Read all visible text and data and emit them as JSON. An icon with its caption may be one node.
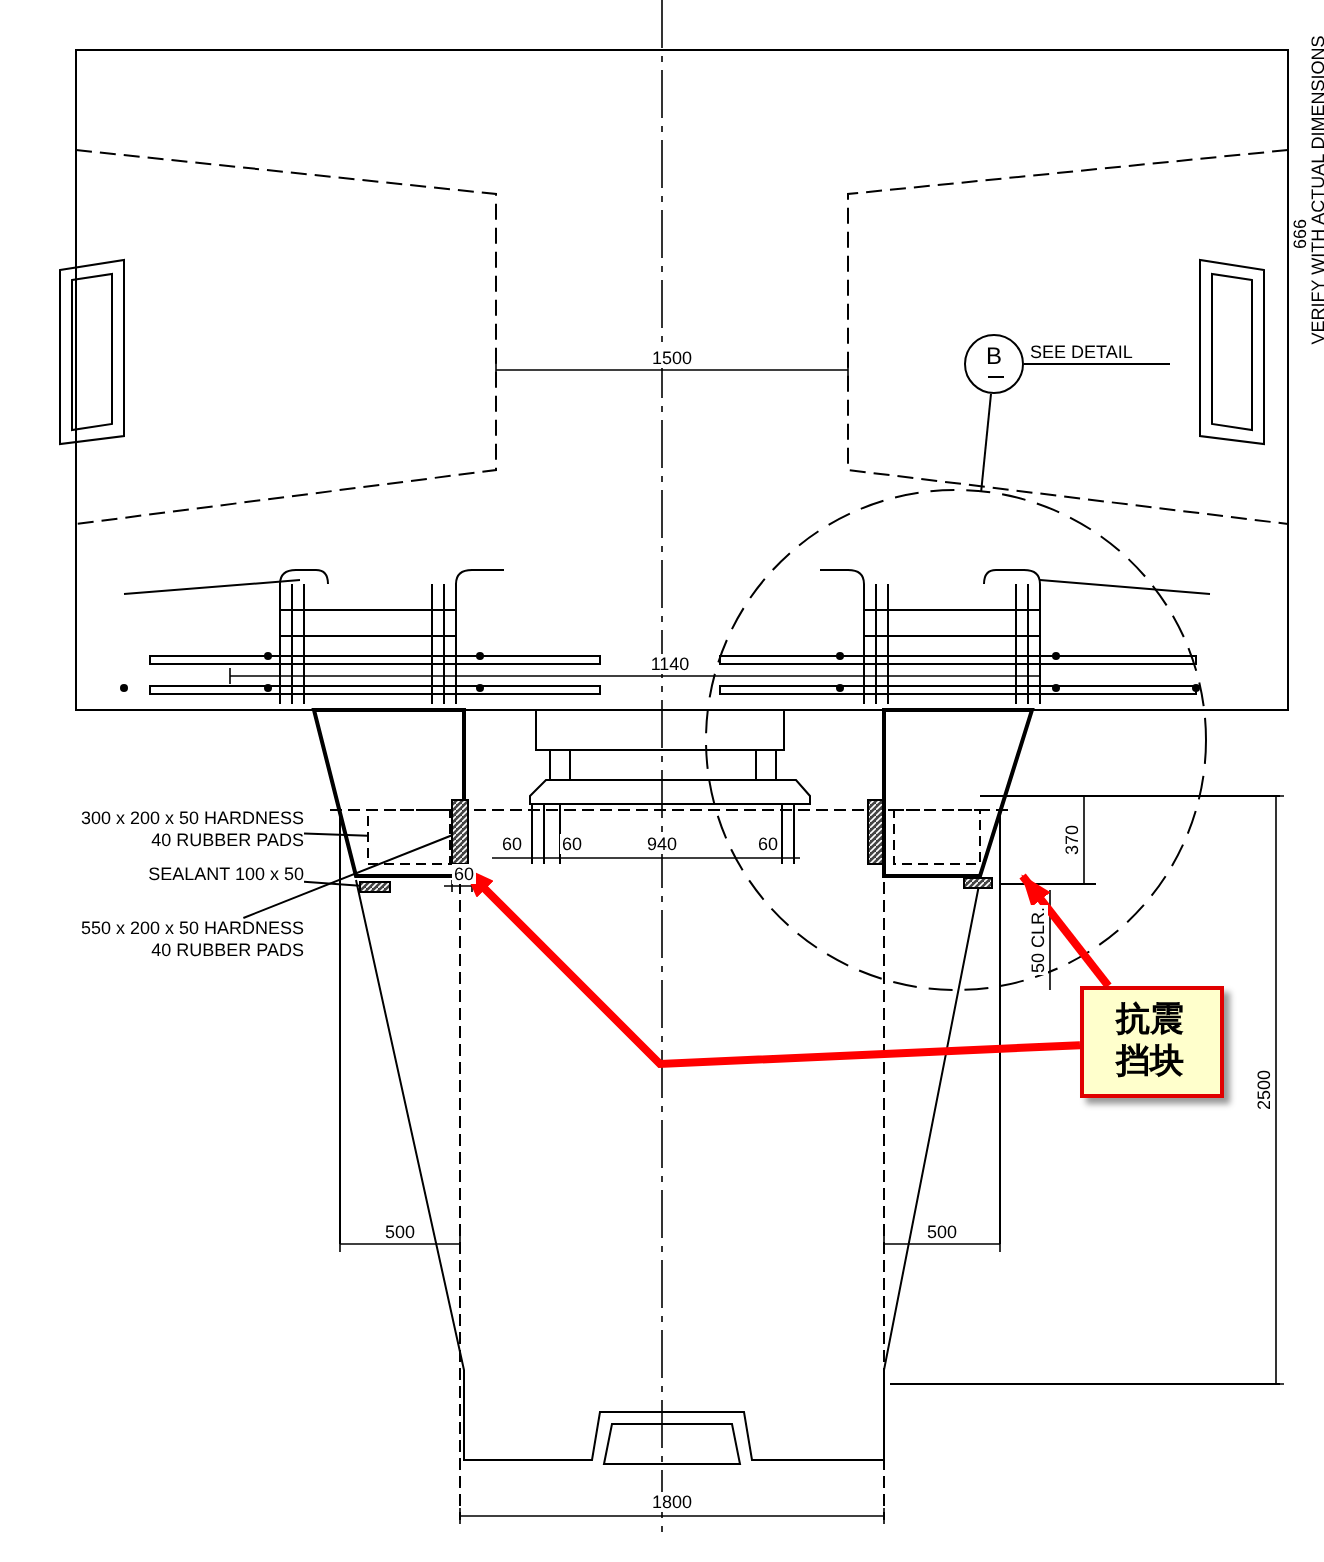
{
  "diagram": {
    "nodes": [
      {
        "text": [
          "抗震挡块"
        ]
      },
      {
        "text": [],
        "shape": "box"
      },
      {
        "text": [],
        "shape": "box",
        "in": 10
      },
      {
        "text": [
          "300 x 200 x 50 HARDNESS 40 RUBBER PADS"
        ]
      },
      {
        "text": [],
        "shape": "box",
        "in": 1
      },
      {
        "text": [
          "SEALANT 100 x 50"
        ]
      },
      {
        "text": [],
        "shape": "box"
      },
      {
        "text": [
          "550 x 200 x 50 HARDNESS 40 RUBBER PADS"
        ]
      },
      {
        "text": [],
        "shape": "box"
      },
      {
        "text": [
          "B"
        ],
        "beside": [
          "SEE DETAIL"
        ]
      },
      {
        "text": [],
        "shape": "circle"
      }
    ],
    "edges": [
      {
        "from": 0,
        "to": 1,
        "arrow": "to",
        "style": "thick",
        "color": "#ff0000"
      },
      {
        "from": 0,
        "to": 2,
        "arrow": "to",
        "style": "thick",
        "color": "#ff0000"
      },
      {
        "from": 3,
        "to": 4,
        "arrow": "none"
      },
      {
        "from": 5,
        "to": 6,
        "arrow": "none"
      },
      {
        "from": 7,
        "to": 8,
        "arrow": "none"
      },
      {
        "from": 9,
        "to": 10,
        "arrow": "none"
      }
    ],
    "labels": [
      "666",
      "VERIFY WITH ACTUAL DIMENSIONS",
      "1500",
      "1140",
      "370",
      "60",
      "60",
      "940",
      "60",
      "60",
      "50 CLR.",
      "2500",
      "500",
      "500",
      "1800"
    ]
  }
}
